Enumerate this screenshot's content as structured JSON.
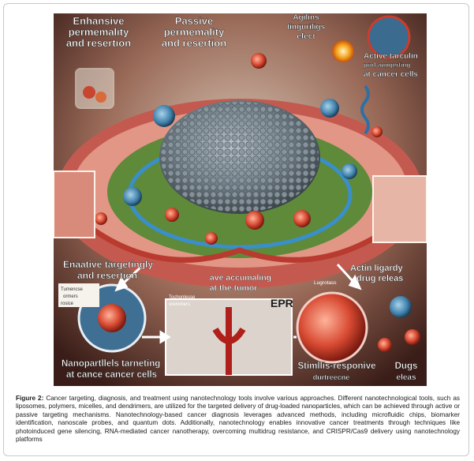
{
  "figure": {
    "labels": {
      "top_left_1": "Enhansive",
      "top_left_2": "permemality",
      "top_left_3": "and resertion",
      "top_mid_1": "Passive",
      "top_mid_2": "permemality",
      "top_mid_3": "and resertion",
      "top_right_1": "Agilins",
      "top_right_2": "tinguriligs",
      "top_right_3": "efect",
      "right_1": "Active tarculin",
      "right_2": "prof aungerting",
      "right_3": "at cancer cells",
      "mid_left_1": "Enaative targetingly",
      "mid_left_2": "and resertion",
      "center_1": "ave accumaling",
      "center_2": "at the tumor",
      "mid_right_1": "Actin ligardy",
      "mid_right_2": "drug releas",
      "small_left_1": "Tumencse",
      "small_left_2": "ormers",
      "small_left_3": "rosice",
      "small_center_1": "Tochonlesse",
      "small_center_2": "oremmers",
      "small_right": "Lugrotass",
      "epr": "EPR",
      "bottom_left_1": "Nanopartllels tarneting",
      "bottom_left_2": "at cance cancer cells",
      "bottom_mid_1": "Stimllis-responive",
      "bottom_mid_2": "durtreecne",
      "bottom_right_1": "Dugs",
      "bottom_right_2": "eleas"
    }
  },
  "caption": {
    "label": "Figure 2:",
    "text": " Cancer targeting, diagnosis, and treatment using nanotechnology tools involve various approaches. Different nanotechnological tools, such as liposomes, polymers, micelles, and dendrimers, are utilized for the targeted delivery of drug-loaded nanoparticles, which can be achieved through active or passive targeting mechanisms. Nanotechnology-based cancer diagnosis leverages advanced methods, including microfluidic chips, biomarker identification, nanoscale probes, and quantum dots. Additionally, nanotechnology enables innovative cancer treatments through techniques like photoinduced gene silencing, RNA-mediated cancer nanotherapy, overcoming multidrug resistance, and CRISPR/Cas9 delivery using nanotechnology platforms"
  }
}
